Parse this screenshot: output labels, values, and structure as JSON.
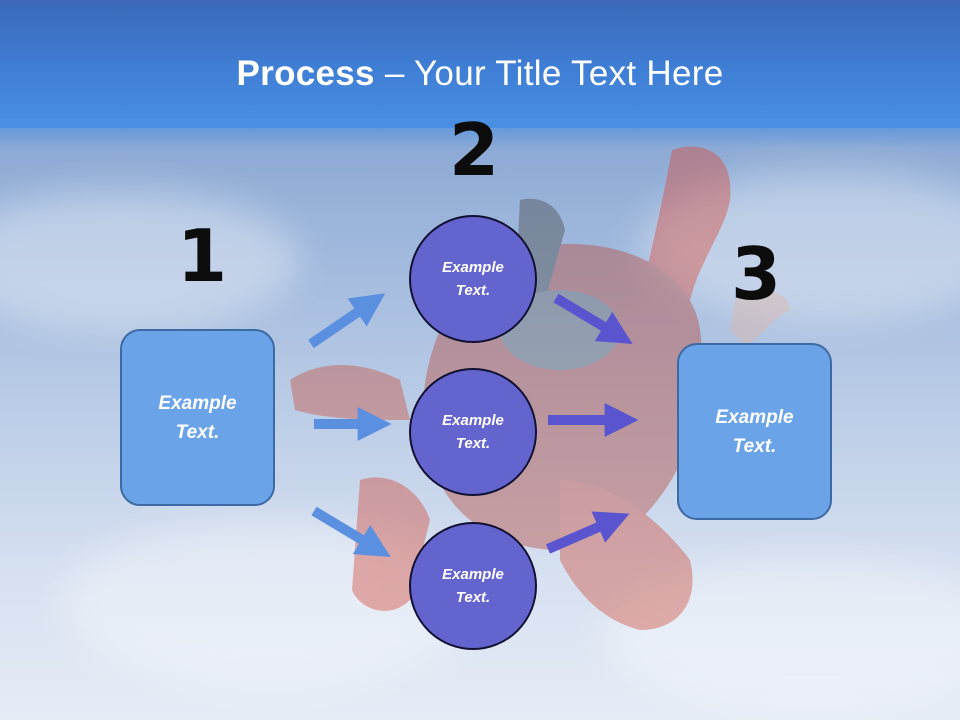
{
  "slide": {
    "title_bold": "Process",
    "title_rest": " – Your Title Text Here"
  },
  "steps": {
    "one": {
      "number": "1",
      "text_line1": "Example",
      "text_line2": "Text."
    },
    "two": {
      "number": "2",
      "circles": [
        {
          "text_line1": "Example",
          "text_line2": "Text."
        },
        {
          "text_line1": "Example",
          "text_line2": "Text."
        },
        {
          "text_line1": "Example",
          "text_line2": "Text."
        }
      ]
    },
    "three": {
      "number": "3",
      "text_line1": "Example",
      "text_line2": "Text."
    }
  },
  "colors": {
    "title_band": "#3f7fd6",
    "box_fill": "#6ba3e9",
    "circle_fill": "#6464cf",
    "arrow_left": "#5b8fe0",
    "arrow_right": "#5a55cf"
  }
}
